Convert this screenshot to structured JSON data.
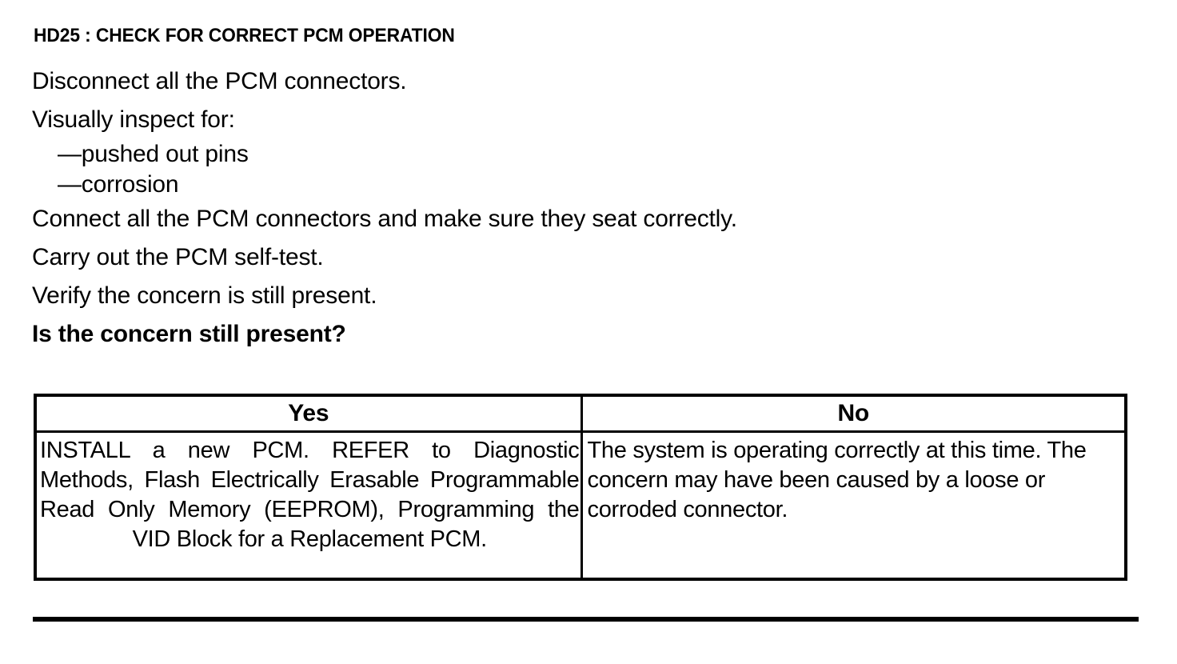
{
  "step": {
    "heading": "HD25 : CHECK FOR CORRECT PCM OPERATION"
  },
  "instructions": {
    "line1": "Disconnect all the PCM connectors.",
    "line2": "Visually inspect for:",
    "bullets": [
      "—pushed out pins",
      "—corrosion"
    ],
    "line3": "Connect all the PCM connectors and make sure they seat correctly.",
    "line4": "Carry out the PCM self-test.",
    "line5": "Verify the concern is still present.",
    "question": "Is the concern still present?"
  },
  "decision_table": {
    "headers": {
      "yes": "Yes",
      "no": "No"
    },
    "cells": {
      "yes": "INSTALL a new PCM. REFER to Diagnostic Methods, Flash Electrically Erasable Programmable Read Only Memory (EEPROM), Programming the VID Block for a Replacement PCM.",
      "no": "The system is operating correctly at this time. The concern may have been caused by a loose or corroded connector."
    }
  }
}
